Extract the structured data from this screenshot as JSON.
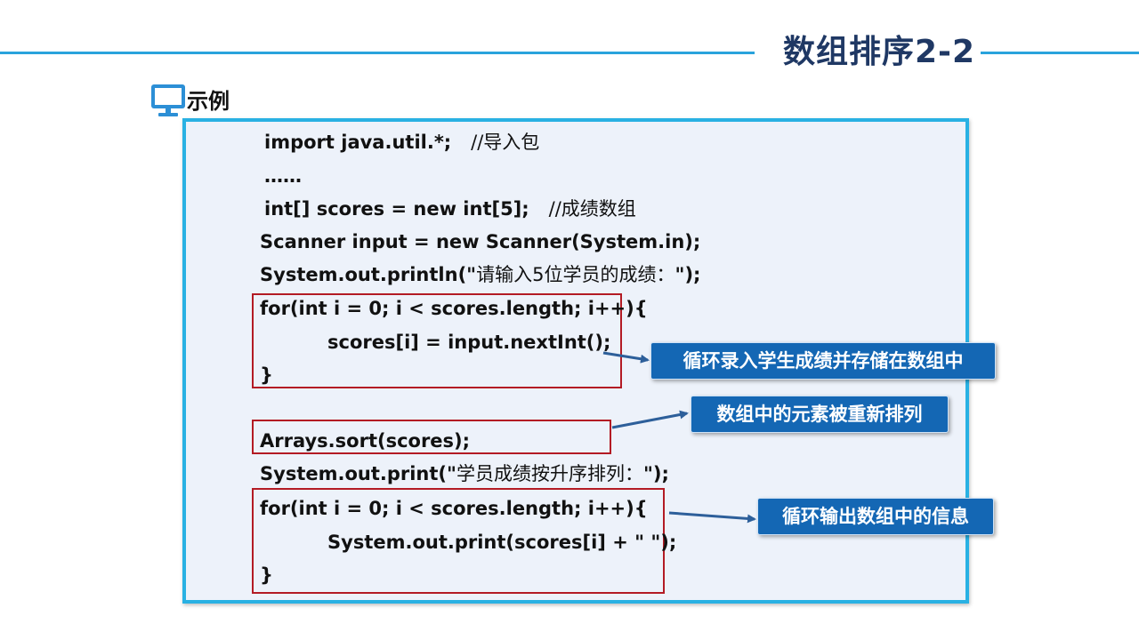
{
  "header": {
    "title": "数组排序2-2"
  },
  "section": {
    "label": "示例"
  },
  "code": {
    "line1": {
      "code": "import java.util.*;   ",
      "comment": "//导入包"
    },
    "line2": {
      "code": "……"
    },
    "line3": {
      "code": "int[] scores = new int[5];   ",
      "comment": "//成绩数组"
    },
    "line4": {
      "code": "Scanner input = new Scanner(System.in);"
    },
    "line5": {
      "pre": "System.out.println(\"",
      "msg": "请输入5位学员的成绩：",
      "post": "\");"
    },
    "line6": {
      "code": "for(int i = 0; i < scores.length; i++){"
    },
    "line7": {
      "code": "scores[i] = input.nextInt();"
    },
    "line8": {
      "code": "}"
    },
    "line9": {
      "code": "Arrays.sort(scores);"
    },
    "line10": {
      "pre": "System.out.print(\"",
      "msg": "学员成绩按升序排列：",
      "post": "\");"
    },
    "line11": {
      "code": "for(int i = 0; i < scores.length; i++){"
    },
    "line12": {
      "code": "System.out.print(scores[i] + \" \");"
    },
    "line13": {
      "code": "}"
    }
  },
  "callouts": {
    "input_loop": "循环录入学生成绩并存储在数组中",
    "sort": "数组中的元素被重新排列",
    "output_loop": "循环输出数组中的信息"
  },
  "icons": {
    "section_icon": "monitor-icon"
  },
  "colors": {
    "accent_line": "#29a3dc",
    "title": "#1f3864",
    "panel_border": "#29b1e3",
    "panel_bg": "#edf2fa",
    "highlight_box": "#b31b24",
    "callout_bg": "#1467b4"
  }
}
